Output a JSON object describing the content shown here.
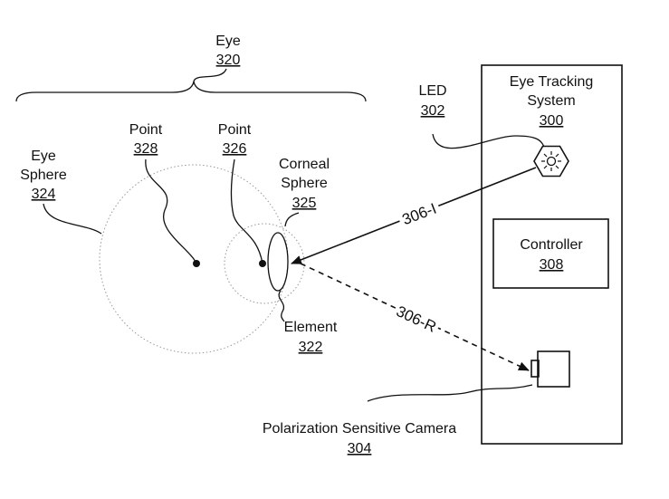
{
  "eye": {
    "label": "Eye",
    "ref": "320"
  },
  "eye_sphere": {
    "line1": "Eye",
    "line2": "Sphere",
    "ref": "324"
  },
  "point_328": {
    "label": "Point",
    "ref": "328"
  },
  "point_326": {
    "label": "Point",
    "ref": "326"
  },
  "corneal_sphere": {
    "line1": "Corneal",
    "line2": "Sphere",
    "ref": "325"
  },
  "element": {
    "label": "Element",
    "ref": "322"
  },
  "led": {
    "label": "LED",
    "ref": "302"
  },
  "eye_tracking_system": {
    "line1": "Eye Tracking",
    "line2": "System",
    "ref": "300"
  },
  "controller": {
    "label": "Controller",
    "ref": "308"
  },
  "camera": {
    "label": "Polarization Sensitive Camera",
    "ref": "304"
  },
  "ray_incident": {
    "label": "306-I"
  },
  "ray_reflected": {
    "label": "306-R"
  }
}
